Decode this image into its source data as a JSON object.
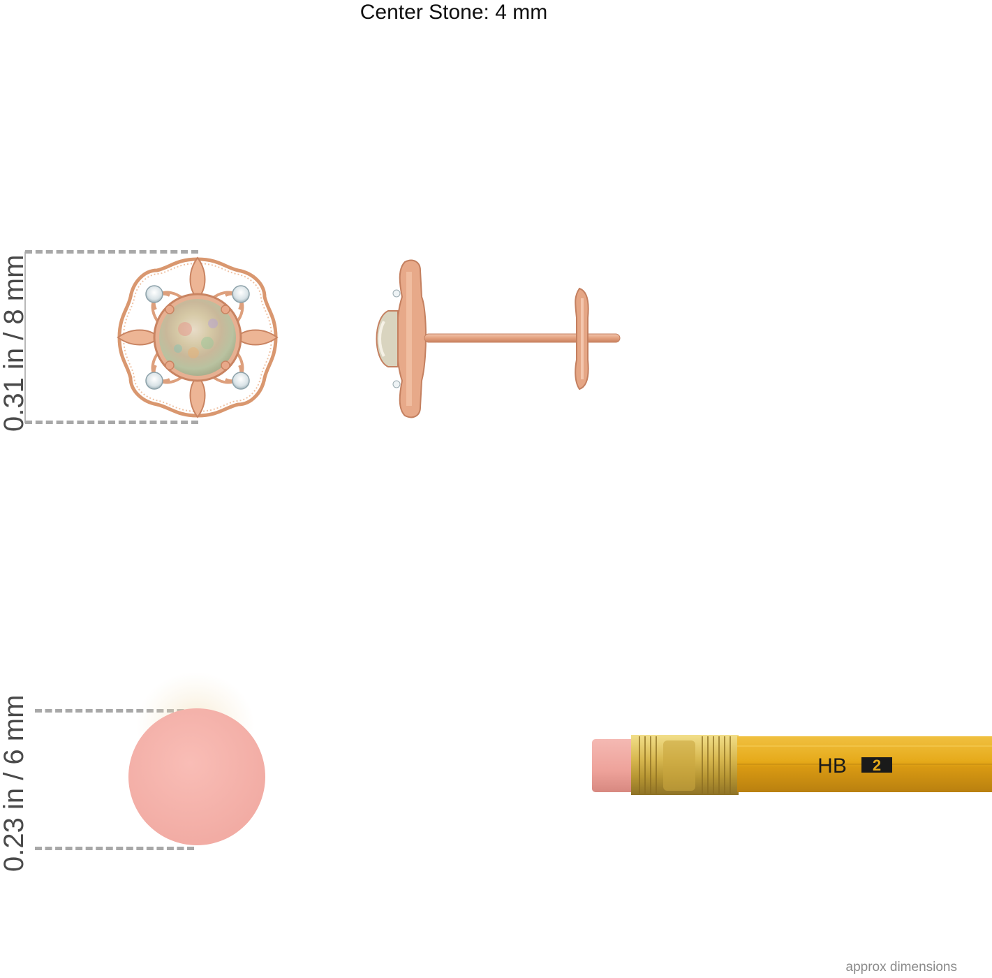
{
  "header": {
    "title": "Center Stone: 4 mm"
  },
  "earring": {
    "height_label": "0.31 in / 8 mm",
    "metal_color": "#e4a584",
    "stone_color": "#d8d6c6"
  },
  "eraser": {
    "height_label": "0.23 in / 6 mm",
    "color": "#f4b5ae"
  },
  "pencil": {
    "brand_text": "HB",
    "grade_text": "2",
    "body_color": "#e3a91a"
  },
  "footer": {
    "note": "approx dimensions"
  }
}
